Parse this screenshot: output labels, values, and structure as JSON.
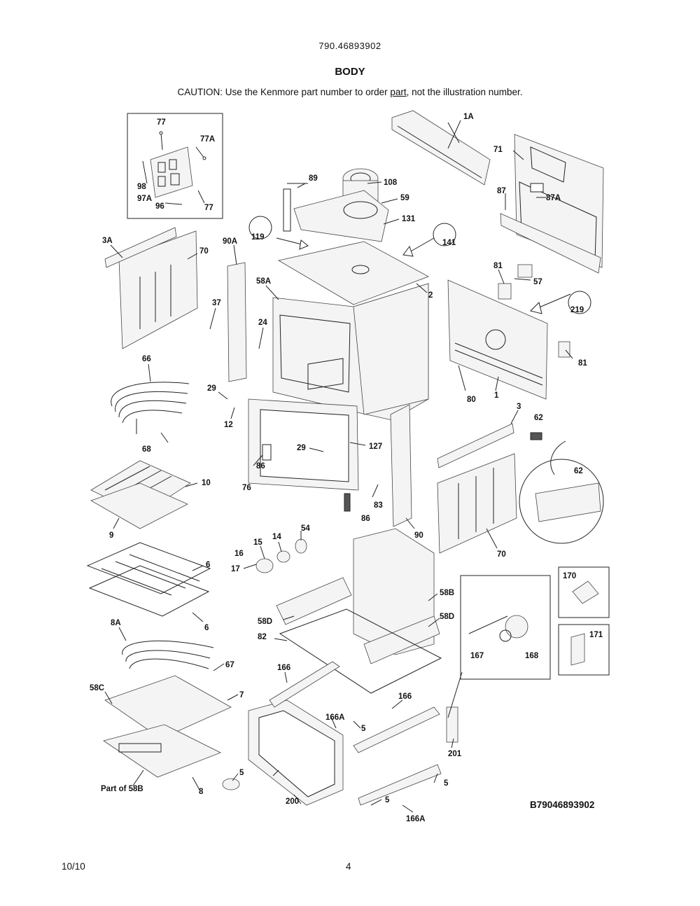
{
  "header": {
    "model_number": "790.46893902",
    "title": "BODY",
    "caution_prefix": "CAUTION: Use the Kenmore part number to order ",
    "caution_link": "part",
    "caution_suffix": ", not the illustration number."
  },
  "callouts": {
    "c1A": "1A",
    "c71": "71",
    "c87": "87",
    "c87A": "87A",
    "c108": "108",
    "c89": "89",
    "c59": "59",
    "c131": "131",
    "c119": "119",
    "c141": "141",
    "c77a": "77",
    "c77A": "77A",
    "c98": "98",
    "c97A": "97A",
    "c96": "96",
    "c77b": "77",
    "c3A": "3A",
    "c70a": "70",
    "c90A": "90A",
    "c58A": "58A",
    "c2": "2",
    "c81a": "81",
    "c57": "57",
    "c219": "219",
    "c37": "37",
    "c24": "24",
    "c66": "66",
    "c29a": "29",
    "c12": "12",
    "c68": "68",
    "c29b": "29",
    "c127": "127",
    "c86a": "86",
    "c76": "76",
    "c83": "83",
    "c86b": "86",
    "c90": "90",
    "c80": "80",
    "c1": "1",
    "c81b": "81",
    "c3": "3",
    "c62a": "62",
    "c62b": "62",
    "c70b": "70",
    "c10": "10",
    "c9": "9",
    "c54": "54",
    "c15": "15",
    "c14": "14",
    "c16": "16",
    "c17": "17",
    "c6a": "6",
    "c6b": "6",
    "c58B": "58B",
    "c58Da": "58D",
    "c58Db": "58D",
    "c82": "82",
    "c170": "170",
    "c171": "171",
    "c167": "167",
    "c168": "168",
    "c8A": "8A",
    "c67": "67",
    "c166a": "166",
    "c166b": "166",
    "c58C": "58C",
    "c7": "7",
    "c166Aa": "166A",
    "c5a": "5",
    "c5b": "5",
    "c5c": "5",
    "c5d": "5",
    "c201": "201",
    "cPart": "Part of 58B",
    "c8": "8",
    "c200": "200",
    "c166Ab": "166A"
  },
  "footer": {
    "diagram_code": "B79046893902",
    "date": "10/10",
    "page_number": "4"
  }
}
